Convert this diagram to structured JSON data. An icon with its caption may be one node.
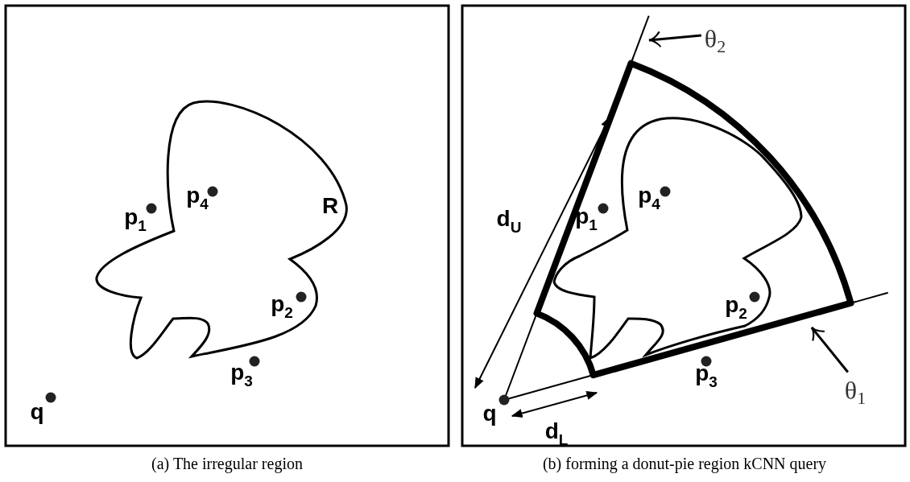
{
  "diagram": {
    "nodes": [
      {
        "text": [
          "θ$_{2}$"
        ]
      },
      {
        "text": [
          "θ$_{1}$"
        ]
      },
      {
        "text": [],
        "shape": "line"
      },
      {
        "text": [],
        "shape": "line"
      }
    ],
    "edges": [
      {
        "from": 0,
        "to": 2,
        "arrow": "to"
      },
      {
        "from": 1,
        "to": 3,
        "arrow": "to"
      }
    ],
    "labels": [
      "p$_{1}$",
      "p$_{4}$",
      "R",
      "p$_{2}$",
      "p$_{3}$",
      "q",
      "(a) The irregular region",
      "d$_{U}$",
      "p$_{1}$",
      "p$_{4}$",
      "p$_{2}$",
      "p$_{3}$",
      "q",
      "d$_{L}$",
      "(b) forming a donut-pie region kCNN query"
    ]
  }
}
